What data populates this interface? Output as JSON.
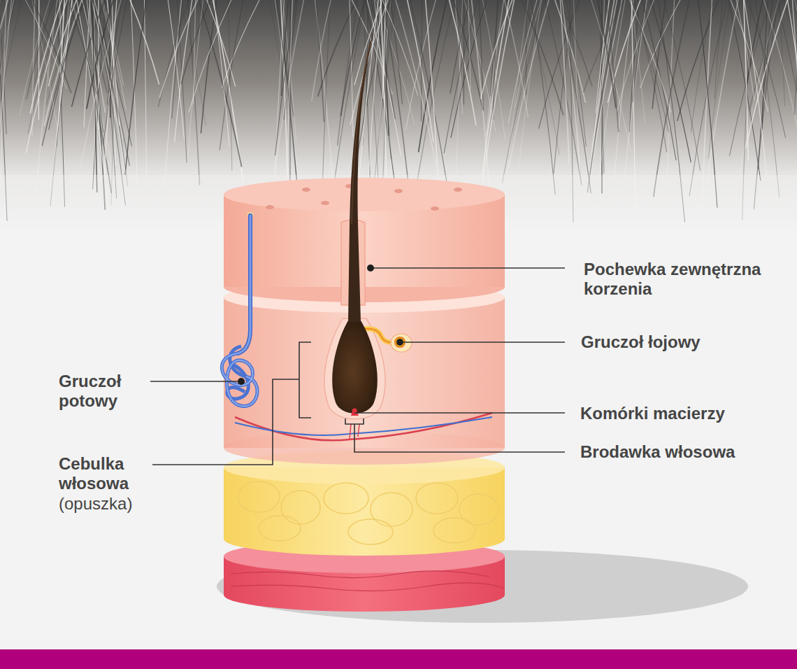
{
  "diagram": {
    "labels": [
      "Pochewka zewnętrzna korzenia",
      "Gruczoł łojowy",
      "Gruczoł potowy",
      "Komórki macierzy",
      "Brodawka włosowa",
      "Cebulka włosowa",
      "(opuszka)"
    ]
  }
}
